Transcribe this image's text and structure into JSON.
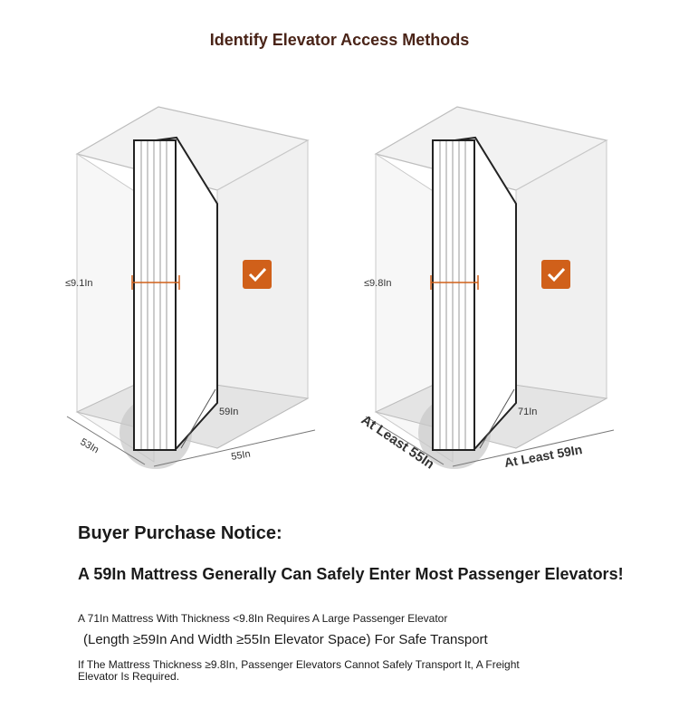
{
  "title": "Identify Elevator Access Methods",
  "left_panel": {
    "thickness_label": "≤9.1In",
    "depth_label": "53In",
    "width_label": "55In",
    "mattress_label": "59In",
    "check_icon": "check-icon",
    "accent": "#d0601a"
  },
  "right_panel": {
    "thickness_label": "≤9.8In",
    "depth_label": "At Least 55In",
    "width_label": "At Least 59In",
    "mattress_label": "71In",
    "check_icon": "check-icon",
    "accent": "#d0601a"
  },
  "notice": {
    "heading": "Buyer Purchase Notice:",
    "main": "A 59In Mattress Generally Can Safely Enter Most Passenger Elevators!",
    "line1": "A 71In Mattress With Thickness <9.8In Requires A Large Passenger Elevator",
    "line2": "(Length ≥59In And Width ≥55In Elevator Space) For Safe Transport",
    "line3": "If The Mattress Thickness ≥9.8In, Passenger Elevators Cannot Safely Transport It, A Freight Elevator Is Required."
  }
}
